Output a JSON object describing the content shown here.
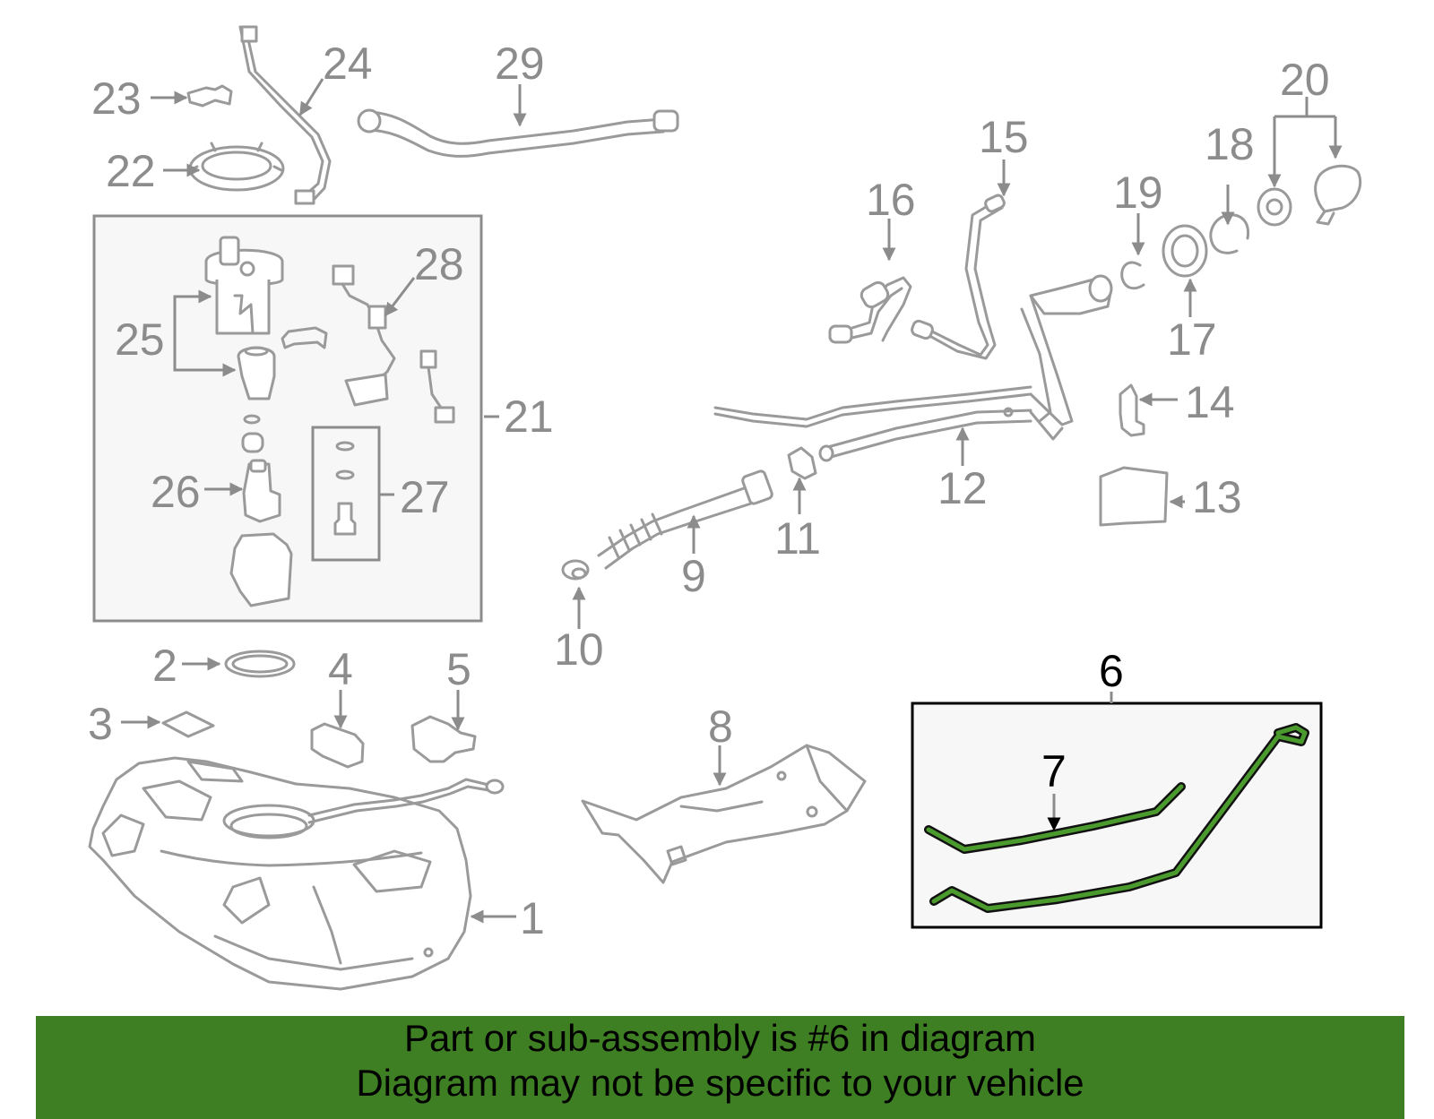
{
  "diagram": {
    "labels": {
      "l1": "1",
      "l2": "2",
      "l3": "3",
      "l4": "4",
      "l5": "5",
      "l6": "6",
      "l7": "7",
      "l8": "8",
      "l9": "9",
      "l10": "10",
      "l11": "11",
      "l12": "12",
      "l13": "13",
      "l14": "14",
      "l15": "15",
      "l16": "16",
      "l17": "17",
      "l18": "18",
      "l19": "19",
      "l20": "20",
      "l21": "21",
      "l22": "22",
      "l23": "23",
      "l24": "24",
      "l25": "25",
      "l26": "26",
      "l27": "27",
      "l28": "28",
      "l29": "29"
    },
    "highlight_color": "#4a9a2e",
    "line_color": "#9a9a9a"
  },
  "banner": {
    "line1": "Part or sub-assembly is #6 in diagram",
    "line2": "Diagram may not be specific to your vehicle",
    "background": "#3f7f23"
  }
}
